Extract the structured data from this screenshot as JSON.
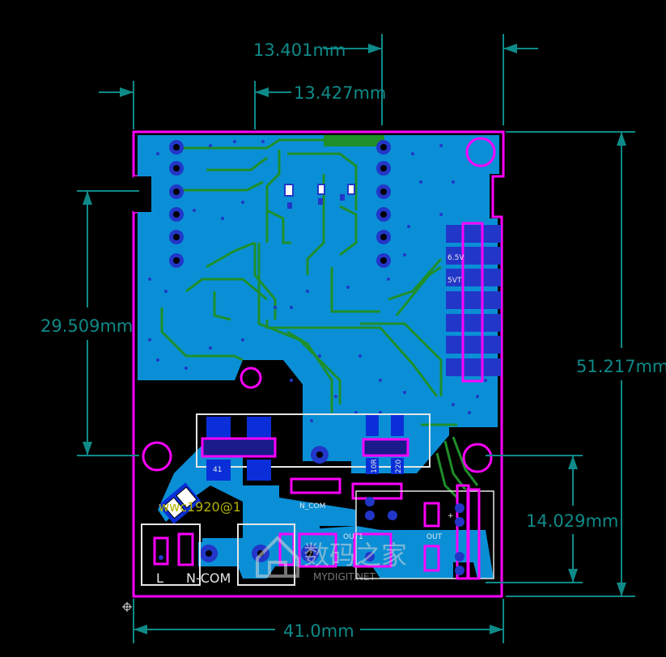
{
  "title": "",
  "colors": {
    "background": "#000000",
    "board_outline": "#ff00ff",
    "copper_fill": "#0a8fd6",
    "dimension": "#0e8a88",
    "trace_green": "#1f8f2a",
    "pad_blue": "#0a2fd8",
    "silk_white": "#e6e6e6",
    "silk_yellow": "#b3b300"
  },
  "dimensions": {
    "top_1": "13.401mm",
    "top_2": "13.427mm",
    "left_height": "29.509mm",
    "right_height": "51.217mm",
    "right_lower": "14.029mm",
    "bottom_width": "41.0mm"
  },
  "silkscreen": {
    "n_com": "N_COM",
    "out1": "OUT1",
    "out": "OUT",
    "label_6v5": "6.5V",
    "label_5vt": "5VT",
    "label_41": "41",
    "label_10r": "10R",
    "label_220": "220",
    "author": "wwc1920@1",
    "left_tag": "L",
    "n_com_vertical": "N-COM",
    "plus": "+"
  },
  "watermark": {
    "text_cn": "数码之家",
    "text_en": "MYDIGIT.NET",
    "logo": "house-logo-icon"
  }
}
